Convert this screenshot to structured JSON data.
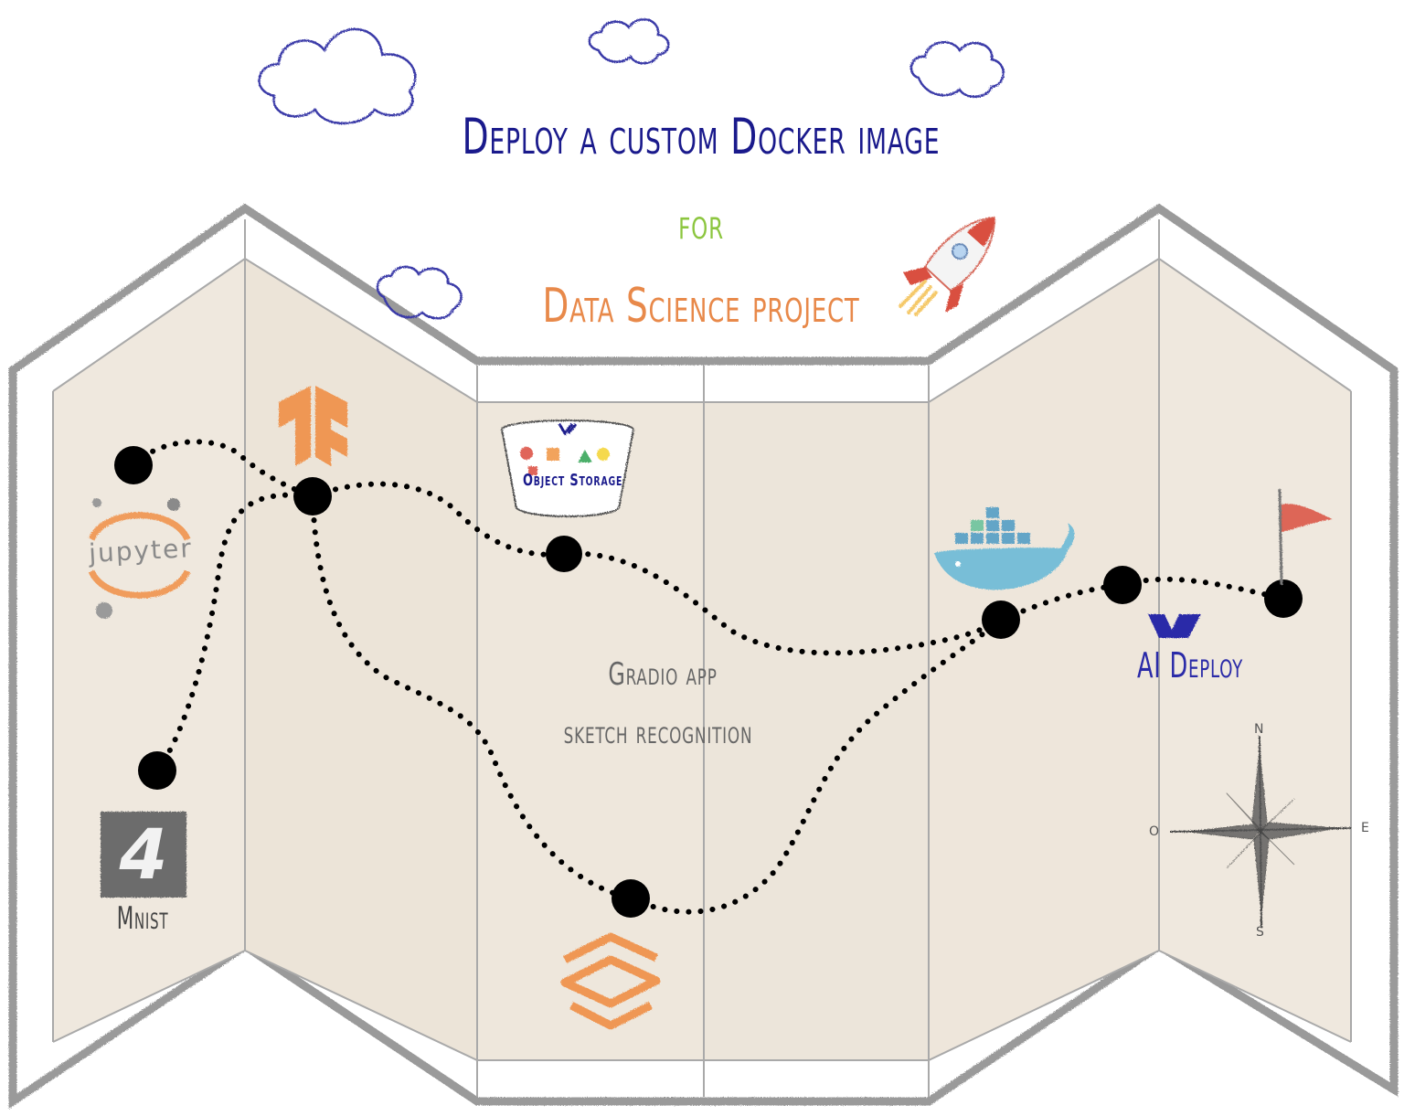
{
  "title": {
    "line1": "Deploy a custom Docker image",
    "line2": "for",
    "line3": "Data Science project"
  },
  "labels": {
    "jupyter": "jupyter",
    "object_storage": "Object Storage",
    "gradio_line1": "Gradio app",
    "gradio_line2": "sketch recognition",
    "mnist": "Mnist",
    "mnist_digit": "4",
    "ai_deploy": "AI Deploy"
  },
  "compass": {
    "north": "N",
    "east": "E",
    "south": "S",
    "west": "O"
  },
  "icons": [
    "cloud-icon",
    "rocket-icon",
    "tensorflow-icon",
    "jupyter-icon",
    "object-storage-icon",
    "docker-icon",
    "ovh-logo-icon",
    "flag-icon",
    "compass-rose-icon",
    "mnist-digit-icon",
    "stack-icon"
  ],
  "colors": {
    "title_main": "#1a1a8c",
    "title_for": "#8cc63f",
    "title_sub": "#e8894a",
    "map_paper": "#efe8de",
    "accent_orange": "#f08a3c",
    "cloud_stroke": "#3a3aa8"
  }
}
